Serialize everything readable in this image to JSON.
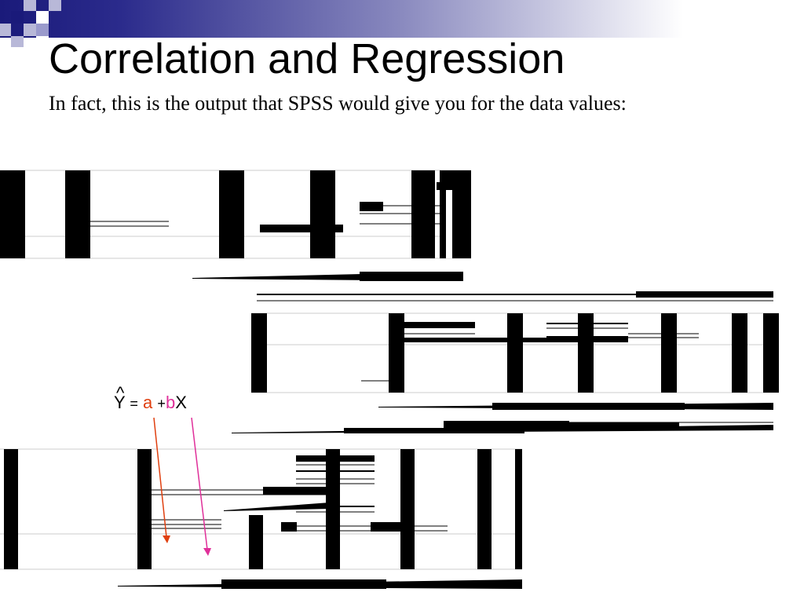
{
  "slide": {
    "title": "Correlation and Regression",
    "body": "In fact, this is the output that SPSS would give you for the data values:"
  },
  "equation": {
    "hat": "^",
    "lhs": "Y",
    "equals": "=",
    "a": "a",
    "plus": "+",
    "b": "b",
    "x": "X"
  },
  "colors": {
    "a_color": "#e04010",
    "b_color": "#e0309a",
    "title_bar_dark": "#1a1a7a"
  }
}
